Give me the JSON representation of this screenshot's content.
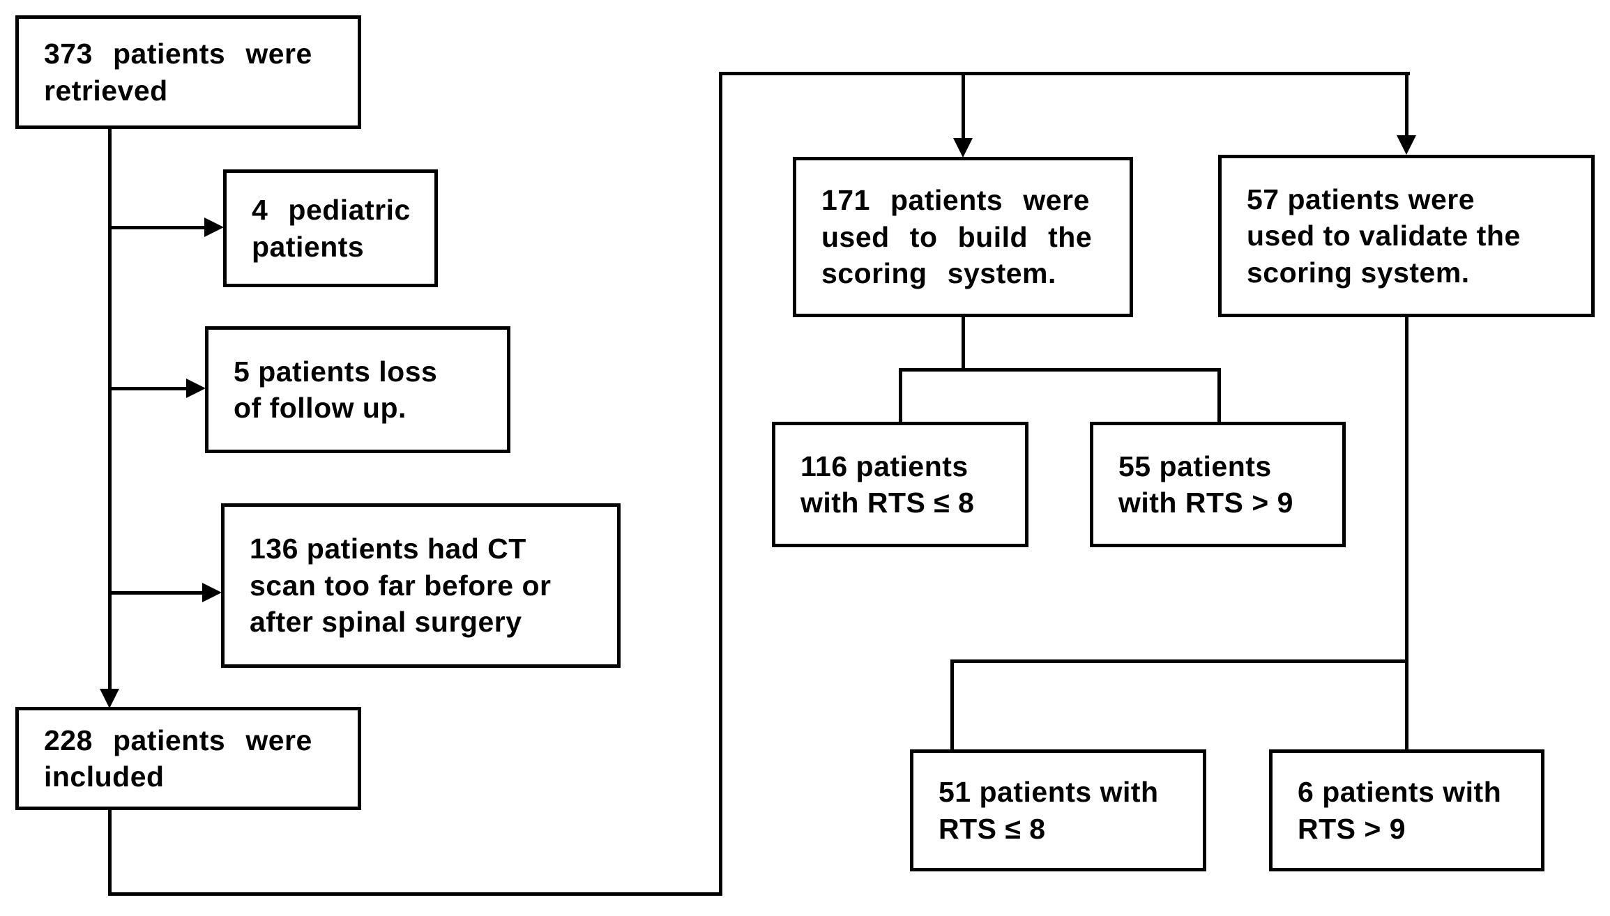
{
  "figure": {
    "background_color": "#ffffff",
    "line_color": "#000000",
    "text_color": "#000000"
  },
  "nodes": {
    "retrieved": {
      "text": "373 patients were\nretrieved"
    },
    "pediatric": {
      "text": "4 pediatric\npatients"
    },
    "followup": {
      "text": "5 patients loss\nof follow up."
    },
    "ctscan": {
      "text": "136 patients had CT\nscan too far before or\nafter spinal surgery"
    },
    "included": {
      "text": "228 patients were\nincluded"
    },
    "build": {
      "text": "171 patients were\nused to build the\nscoring system."
    },
    "validate": {
      "text": "57 patients were\nused to validate the\nscoring system."
    },
    "build_low": {
      "text": "116 patients\nwith RTS ≤ 8"
    },
    "build_high": {
      "text": "55 patients\nwith RTS > 9"
    },
    "validate_low": {
      "text": "51 patients with\nRTS ≤ 8"
    },
    "validate_high": {
      "text": "6 patients with\nRTS > 9"
    }
  },
  "edges": [
    {
      "from": "retrieved",
      "to": "pediatric"
    },
    {
      "from": "retrieved",
      "to": "followup"
    },
    {
      "from": "retrieved",
      "to": "ctscan"
    },
    {
      "from": "retrieved",
      "to": "included"
    },
    {
      "from": "included",
      "to": "build"
    },
    {
      "from": "included",
      "to": "validate"
    },
    {
      "from": "build",
      "to": "build_low"
    },
    {
      "from": "build",
      "to": "build_high"
    },
    {
      "from": "validate",
      "to": "validate_low"
    },
    {
      "from": "validate",
      "to": "validate_high"
    }
  ]
}
